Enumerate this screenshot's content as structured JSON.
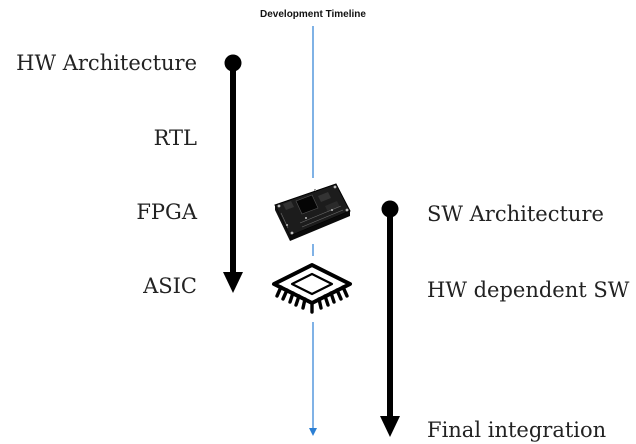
{
  "timeline": {
    "title": "Development Timeline",
    "line_color": "#2b7fd4"
  },
  "hw_track": {
    "steps": [
      "HW Architecture",
      "RTL",
      "FPGA",
      "ASIC"
    ],
    "arrow_color": "#000000"
  },
  "sw_track": {
    "steps": [
      "SW Architecture",
      "HW dependent SW",
      "Final integration"
    ],
    "arrow_color": "#000000"
  },
  "icons": [
    "fpga-board-icon",
    "asic-chip-icon"
  ]
}
